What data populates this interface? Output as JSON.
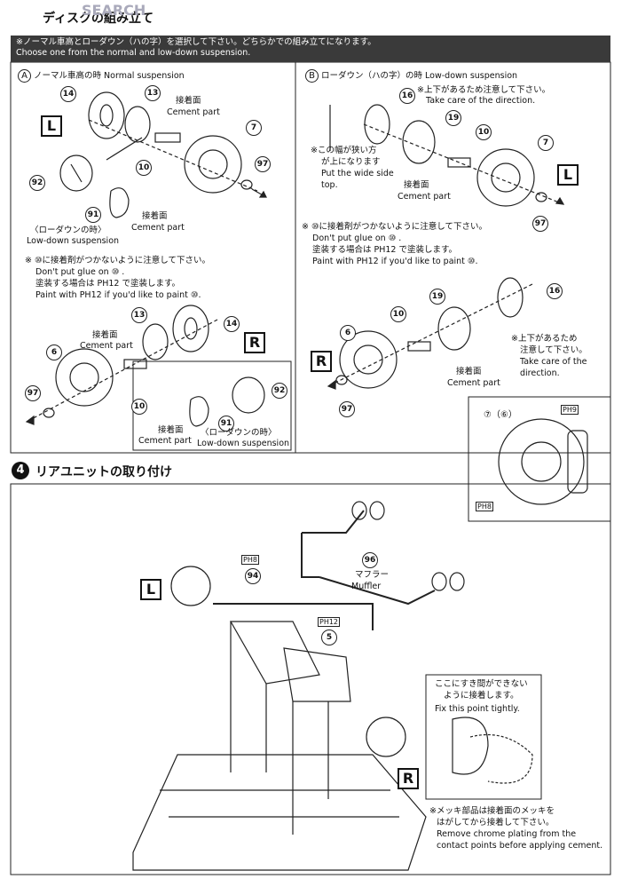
{
  "header": {
    "title": "ディスクの組み立て",
    "watermark": "SEARCH"
  },
  "banner": {
    "line1": "※ノーマル車高とローダウン（ハの字）を選択して下さい。どちらかでの組み立てになります。",
    "line2": "Choose one from the normal and low-down suspension."
  },
  "panel_a": {
    "marker": "A",
    "title": "ノーマル車高の時 Normal suspension",
    "cement_jp": "接着面",
    "cement_en": "Cement part",
    "lowdown_jp": "〈ローダウンの時〉",
    "lowdown_en": "Low-down suspension",
    "note_jp1": "※ ⑩に接着剤がつかないように注意して下さい。",
    "note_en1": "Don't put glue on ⑩ .",
    "note_jp2": "塗装する場合は PH12 で塗装します。",
    "note_en2": "Paint with PH12 if you'd like to paint ⑩.",
    "side_top": "L",
    "side_bottom": "R"
  },
  "panel_b": {
    "marker": "B",
    "title": "ローダウン（ハの字）の時 Low-down suspension",
    "direction_jp": "※上下があるため注意して下さい。",
    "direction_en": "Take care of the direction.",
    "wide_jp1": "※この幅が狭い方",
    "wide_jp2": "が上になります",
    "wide_en1": "Put the wide side",
    "wide_en2": "top.",
    "cement_jp": "接着面",
    "cement_en": "Cement part",
    "note_jp1": "※ ⑩に接着剤がつかないように注意して下さい。",
    "note_en1": "Don't put glue on ⑩ .",
    "note_jp2": "塗装する場合は PH12 で塗装します。",
    "note_en2": "Paint with PH12 if you'd like to paint ⑩.",
    "direction2_jp1": "※上下があるため",
    "direction2_jp2": "注意して下さい。",
    "direction2_en1": "Take care of the",
    "direction2_en2": "direction.",
    "side_top": "L",
    "side_bottom": "R"
  },
  "brake_detail": {
    "label": "⑦（⑥）",
    "paint_top": "PH9",
    "paint_bottom": "PH8"
  },
  "step4": {
    "number": "4",
    "title": "リアユニットの取り付け",
    "paint_96": "PH8",
    "muffler_jp": "マフラー",
    "muffler_en": "Muffler",
    "paint_5": "PH12",
    "gap_jp1": "ここにすき間ができない",
    "gap_jp2": "ように接着します。",
    "gap_en": "Fix this point tightly.",
    "chrome_jp1": "※メッキ部品は接着面のメッキを",
    "chrome_jp2": "はがしてから接着して下さい。",
    "chrome_en1": "Remove chrome plating from the",
    "chrome_en2": "contact points before applying cement.",
    "side_left": "L",
    "side_right": "R"
  },
  "part_numbers": {
    "p14": "14",
    "p13": "13",
    "p10": "10",
    "p7": "7",
    "p97": "97",
    "p92": "92",
    "p91": "91",
    "p6": "6",
    "p16": "16",
    "p19": "19",
    "p96": "96",
    "p94": "94",
    "p5": "5"
  }
}
